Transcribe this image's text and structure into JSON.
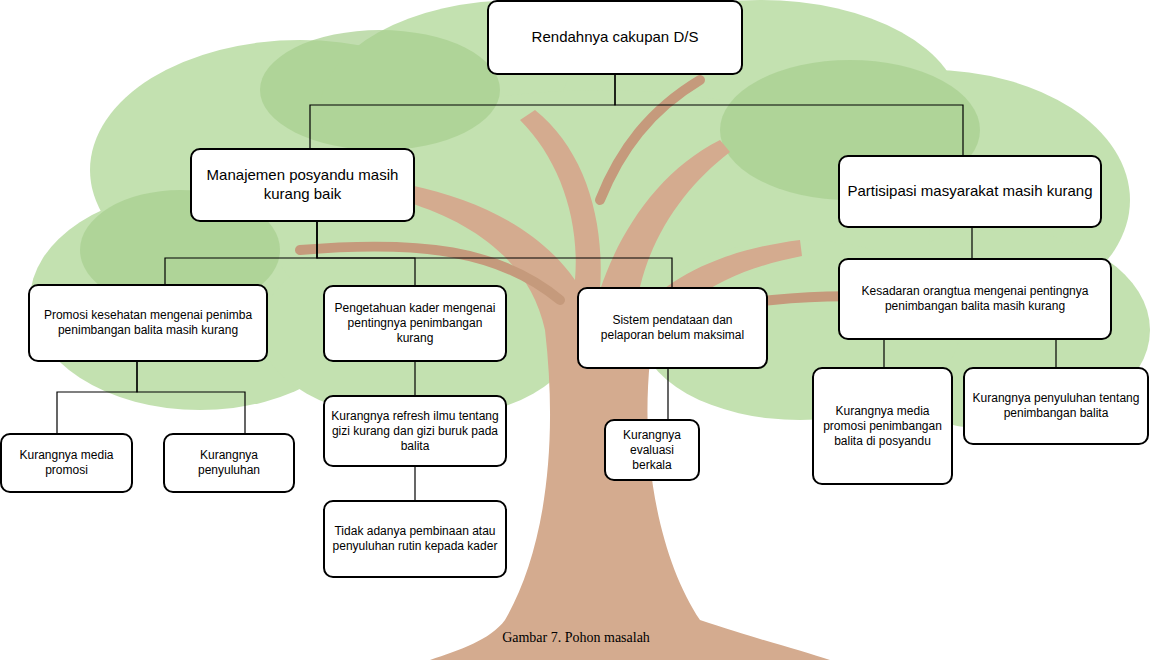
{
  "diagram": {
    "caption": "Gambar 7. Pohon masalah",
    "nodes": [
      {
        "text": [
          "Rendahnya cakupan D/S"
        ]
      },
      {
        "text": [
          "Manajemen posyandu masih kurang baik"
        ]
      },
      {
        "text": [
          "Partisipasi masyarakat masih kurang"
        ]
      },
      {
        "text": [
          "Promosi kesehatan mengenai penimba penimbangan balita masih kurang"
        ]
      },
      {
        "text": [
          "Pengetahuan kader mengenai pentingnya penimbangan kurang"
        ]
      },
      {
        "text": [
          "Sistem pendataan dan pelaporan belum maksimal"
        ]
      },
      {
        "text": [
          "Kesadaran orangtua mengenai pentingnya penimbangan balita masih kurang"
        ]
      },
      {
        "text": [
          "Kurangnya media promosi"
        ]
      },
      {
        "text": [
          "Kurangnya penyuluhan"
        ]
      },
      {
        "text": [
          "Kurangnya refresh ilmu tentang gizi kurang dan gizi buruk pada balita"
        ]
      },
      {
        "text": [
          "Tidak adanya pembinaan atau penyuluhan rutin kepada kader"
        ]
      },
      {
        "text": [
          "Kurangnya evaluasi berkala"
        ]
      },
      {
        "text": [
          "Kurangnya media promosi penimbangan balita di posyandu"
        ]
      },
      {
        "text": [
          "Kurangnya penyuluhan tentang penimbangan balita"
        ]
      }
    ],
    "edges": [
      {
        "from": 0,
        "to": 1,
        "arrow": "none"
      },
      {
        "from": 0,
        "to": 2,
        "arrow": "none"
      },
      {
        "from": 1,
        "to": 3,
        "arrow": "none"
      },
      {
        "from": 1,
        "to": 4,
        "arrow": "none"
      },
      {
        "from": 1,
        "to": 5,
        "arrow": "none"
      },
      {
        "from": 2,
        "to": 6,
        "arrow": "none"
      },
      {
        "from": 3,
        "to": 7,
        "arrow": "none"
      },
      {
        "from": 3,
        "to": 8,
        "arrow": "none"
      },
      {
        "from": 4,
        "to": 9,
        "arrow": "none"
      },
      {
        "from": 9,
        "to": 10,
        "arrow": "none"
      },
      {
        "from": 5,
        "to": 11,
        "arrow": "none"
      },
      {
        "from": 6,
        "to": 12,
        "arrow": "none"
      },
      {
        "from": 6,
        "to": 13,
        "arrow": "none"
      }
    ]
  }
}
